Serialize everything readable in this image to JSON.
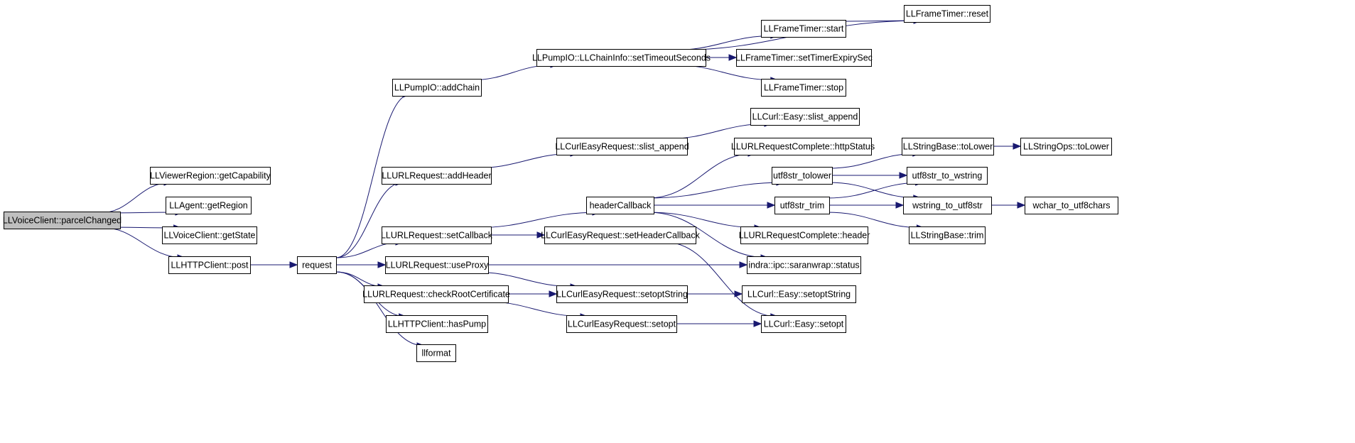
{
  "diagram": {
    "nodes": [
      {
        "id": "n0",
        "label": "LLVoiceClient::parcelChanged",
        "root": true
      },
      {
        "id": "n1",
        "label": "LLViewerRegion::getCapability"
      },
      {
        "id": "n2",
        "label": "LLAgent::getRegion"
      },
      {
        "id": "n3",
        "label": "LLVoiceClient::getState"
      },
      {
        "id": "n4",
        "label": "LLHTTPClient::post"
      },
      {
        "id": "n5",
        "label": "request"
      },
      {
        "id": "n6",
        "label": "LLPumpIO::addChain"
      },
      {
        "id": "n7",
        "label": "LLURLRequest::addHeader"
      },
      {
        "id": "n8",
        "label": "LLURLRequest::setCallback"
      },
      {
        "id": "n9",
        "label": "LLURLRequest::useProxy"
      },
      {
        "id": "n10",
        "label": "LLURLRequest::checkRootCertificate"
      },
      {
        "id": "n11",
        "label": "LLHTTPClient::hasPump"
      },
      {
        "id": "n12",
        "label": "llformat"
      },
      {
        "id": "n13",
        "label": "LLPumpIO::LLChainInfo::setTimeoutSeconds"
      },
      {
        "id": "n14",
        "label": "LLCurlEasyRequest::slist_append"
      },
      {
        "id": "n15",
        "label": "headerCallback"
      },
      {
        "id": "n16",
        "label": "LLCurlEasyRequest::setHeaderCallback"
      },
      {
        "id": "n17",
        "label": "LLCurlEasyRequest::setoptString"
      },
      {
        "id": "n18",
        "label": "LLCurlEasyRequest::setopt"
      },
      {
        "id": "n19",
        "label": "LLFrameTimer::reset"
      },
      {
        "id": "n20",
        "label": "LLFrameTimer::start"
      },
      {
        "id": "n21",
        "label": "LLFrameTimer::setTimerExpirySec"
      },
      {
        "id": "n22",
        "label": "LLFrameTimer::stop"
      },
      {
        "id": "n23",
        "label": "LLCurl::Easy::slist_append"
      },
      {
        "id": "n24",
        "label": "LLURLRequestComplete::httpStatus"
      },
      {
        "id": "n25",
        "label": "utf8str_tolower"
      },
      {
        "id": "n26",
        "label": "utf8str_trim"
      },
      {
        "id": "n27",
        "label": "LLURLRequestComplete::header"
      },
      {
        "id": "n28",
        "label": "indra::ipc::saranwrap::status"
      },
      {
        "id": "n29",
        "label": "LLCurl::Easy::setoptString"
      },
      {
        "id": "n30",
        "label": "LLCurl::Easy::setopt"
      },
      {
        "id": "n31",
        "label": "LLStringBase::toLower"
      },
      {
        "id": "n32",
        "label": "utf8str_to_wstring"
      },
      {
        "id": "n33",
        "label": "wstring_to_utf8str"
      },
      {
        "id": "n34",
        "label": "LLStringBase::trim"
      },
      {
        "id": "n35",
        "label": "LLStringOps::toLower"
      },
      {
        "id": "n36",
        "label": "wchar_to_utf8chars"
      }
    ],
    "edges": [
      {
        "from": "n0",
        "to": "n1"
      },
      {
        "from": "n0",
        "to": "n2"
      },
      {
        "from": "n0",
        "to": "n3"
      },
      {
        "from": "n0",
        "to": "n4"
      },
      {
        "from": "n4",
        "to": "n5"
      },
      {
        "from": "n5",
        "to": "n6"
      },
      {
        "from": "n5",
        "to": "n7"
      },
      {
        "from": "n5",
        "to": "n8"
      },
      {
        "from": "n5",
        "to": "n9"
      },
      {
        "from": "n5",
        "to": "n10"
      },
      {
        "from": "n5",
        "to": "n11"
      },
      {
        "from": "n5",
        "to": "n12"
      },
      {
        "from": "n6",
        "to": "n13"
      },
      {
        "from": "n13",
        "to": "n19"
      },
      {
        "from": "n13",
        "to": "n20"
      },
      {
        "from": "n13",
        "to": "n21"
      },
      {
        "from": "n13",
        "to": "n22"
      },
      {
        "from": "n20",
        "to": "n19"
      },
      {
        "from": "n7",
        "to": "n14"
      },
      {
        "from": "n14",
        "to": "n23"
      },
      {
        "from": "n8",
        "to": "n15"
      },
      {
        "from": "n8",
        "to": "n16"
      },
      {
        "from": "n15",
        "to": "n24"
      },
      {
        "from": "n15",
        "to": "n25"
      },
      {
        "from": "n15",
        "to": "n26"
      },
      {
        "from": "n15",
        "to": "n27"
      },
      {
        "from": "n15",
        "to": "n28"
      },
      {
        "from": "n25",
        "to": "n31"
      },
      {
        "from": "n25",
        "to": "n32"
      },
      {
        "from": "n25",
        "to": "n33"
      },
      {
        "from": "n26",
        "to": "n32"
      },
      {
        "from": "n26",
        "to": "n33"
      },
      {
        "from": "n26",
        "to": "n34"
      },
      {
        "from": "n31",
        "to": "n35"
      },
      {
        "from": "n33",
        "to": "n36"
      },
      {
        "from": "n16",
        "to": "n30"
      },
      {
        "from": "n9",
        "to": "n28"
      },
      {
        "from": "n9",
        "to": "n17"
      },
      {
        "from": "n10",
        "to": "n17"
      },
      {
        "from": "n10",
        "to": "n18"
      },
      {
        "from": "n17",
        "to": "n29"
      },
      {
        "from": "n18",
        "to": "n30"
      }
    ]
  }
}
